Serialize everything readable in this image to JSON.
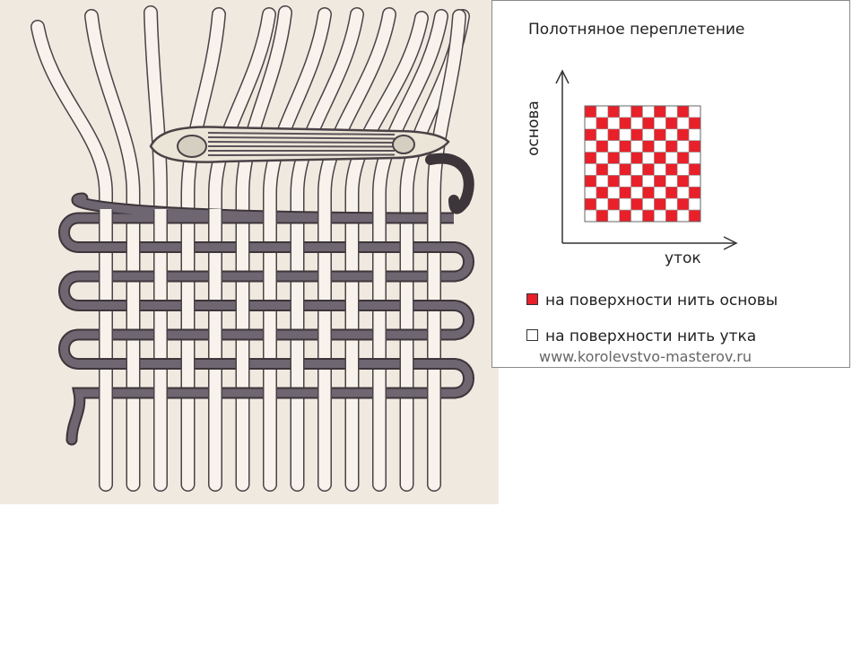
{
  "panel": {
    "title": "Полотняное переплетение",
    "y_axis_label": "основа",
    "x_axis_label": "уток",
    "grid": {
      "rows": 10,
      "cols": 10,
      "pattern": "checkerboard"
    },
    "legend": [
      {
        "label": "на поверхности нить основы",
        "color": "#e8202a"
      },
      {
        "label": "на поверхности нить утка",
        "color": "#ffffff"
      }
    ],
    "url": "www.korolevstvo-masterov.ru"
  },
  "colors": {
    "warp_red": "#e8202a",
    "weft_white": "#ffffff",
    "illustration_bg": "#efe9df",
    "weft_thread": "#6e6670"
  },
  "illustration": {
    "warp_threads": 13,
    "weft_rows": 7
  }
}
